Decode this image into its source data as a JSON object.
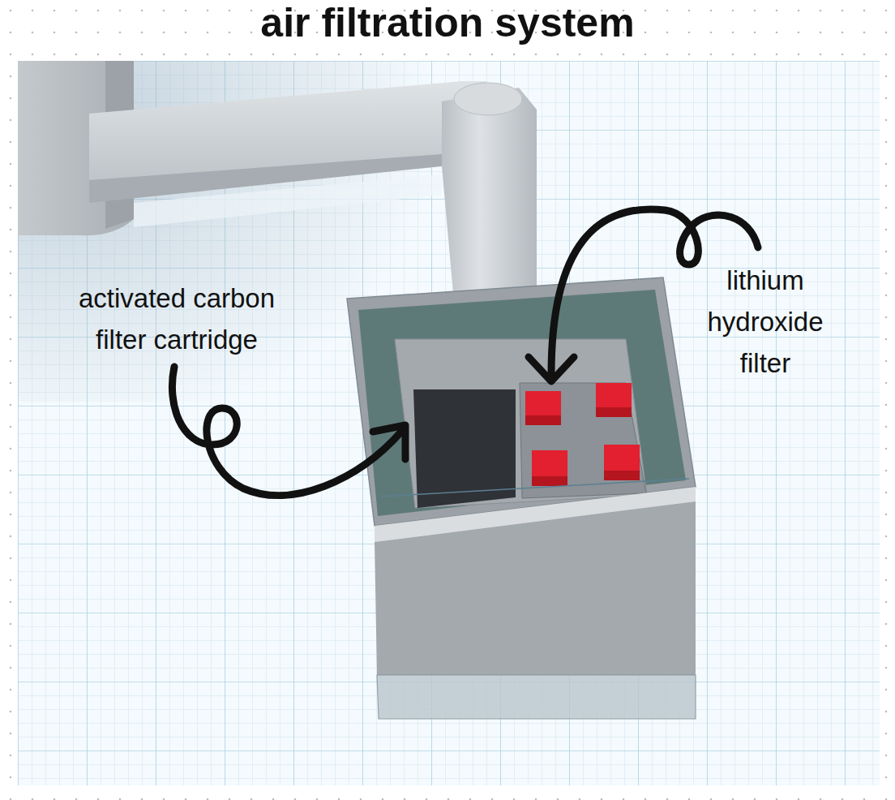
{
  "diagram": {
    "title": "air filtration system",
    "labels": [
      "activated carbon filter cartridge",
      "lithium hydroxide filter"
    ]
  }
}
